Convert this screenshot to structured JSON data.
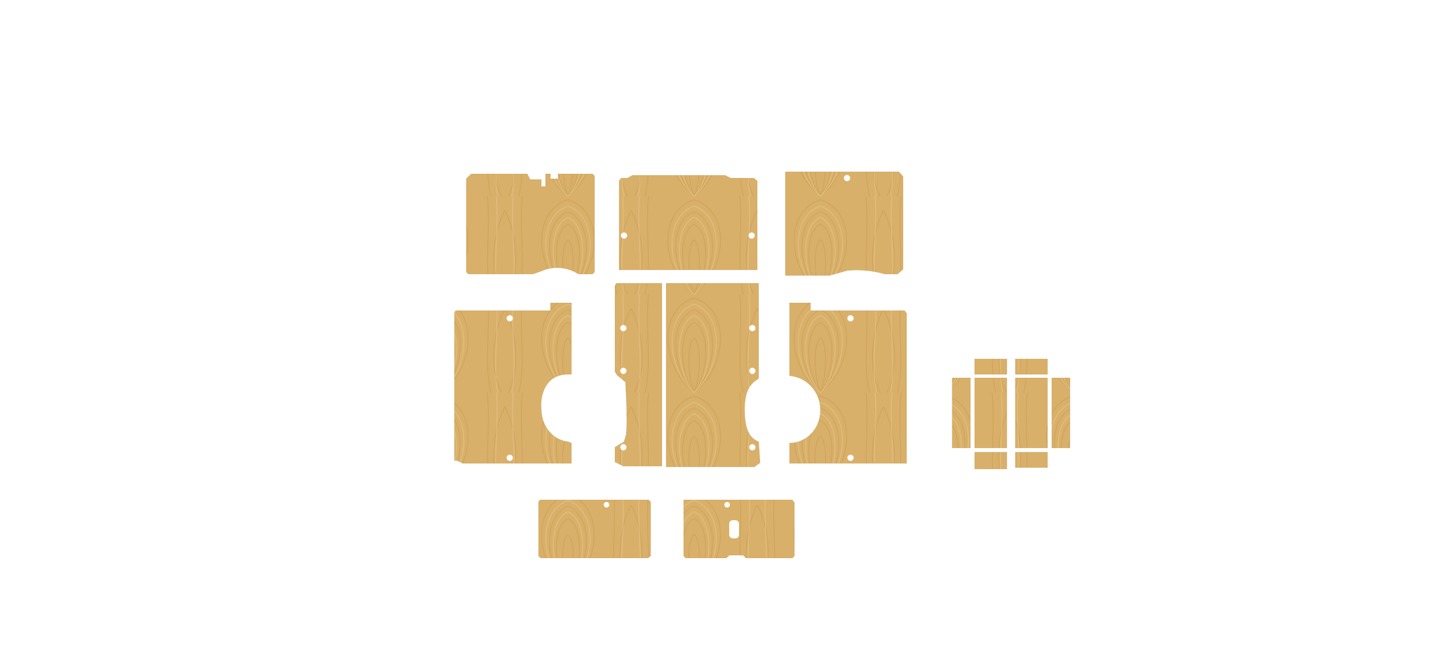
{
  "canvas": {
    "background": "#ffffff"
  },
  "material": {
    "name": "oak-veneer",
    "base_color": "#d9b06a",
    "light_color": "#e8c98b",
    "dark_color": "#b88a3e",
    "hole_color": "#ffffff"
  },
  "pieces": [
    {
      "id": "front-left-panel",
      "label": ""
    },
    {
      "id": "front-center-panel",
      "label": ""
    },
    {
      "id": "front-right-panel",
      "label": ""
    },
    {
      "id": "left-wheel-arch-panel",
      "label": ""
    },
    {
      "id": "center-strip-panel",
      "label": ""
    },
    {
      "id": "center-wheel-arch-panel",
      "label": ""
    },
    {
      "id": "right-wheel-arch-panel",
      "label": ""
    },
    {
      "id": "rear-left-panel",
      "label": ""
    },
    {
      "id": "rear-center-panel",
      "label": ""
    },
    {
      "id": "small-pieces-cluster",
      "label": ""
    }
  ]
}
